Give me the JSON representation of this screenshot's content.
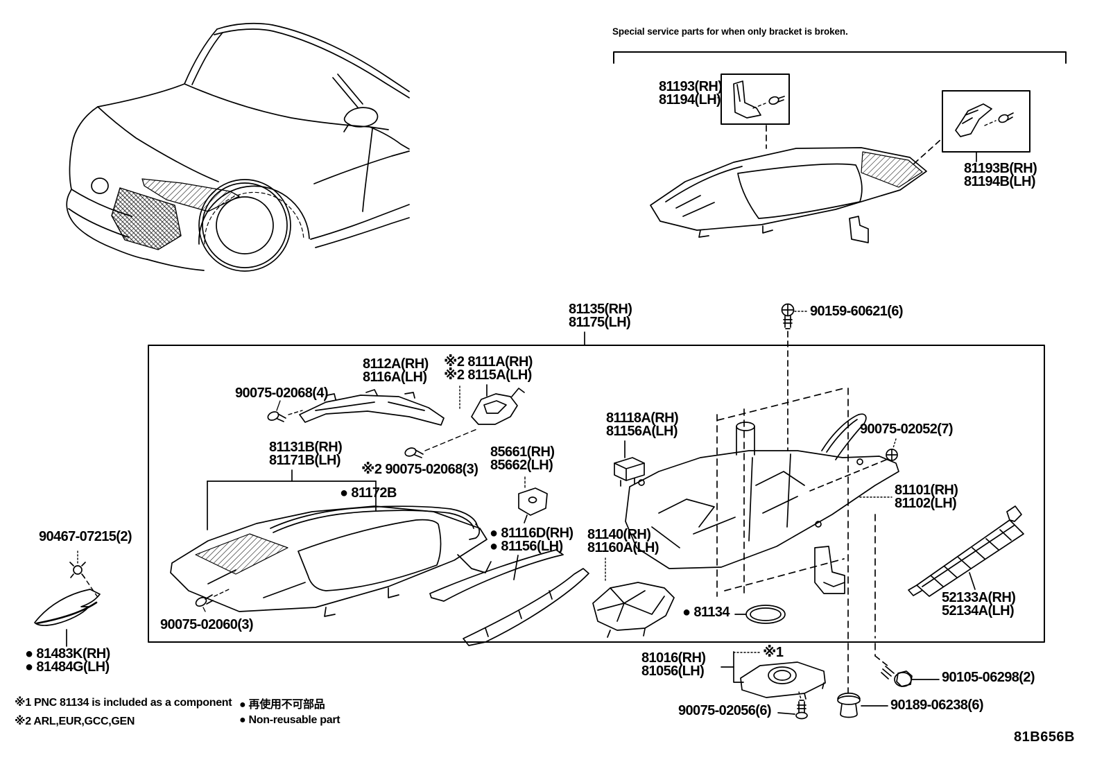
{
  "page": {
    "code": "81B656B",
    "paper_color": "#ffffff",
    "ink_color": "#000000"
  },
  "special_service": {
    "title": "Special service parts for when only bracket is broken.",
    "labels": {
      "bracket": {
        "line1": "81193(RH)",
        "line2": "81194(LH)"
      },
      "bracket_b": {
        "line1": "81193B(RH)",
        "line2": "81194B(LH)"
      }
    }
  },
  "labels": {
    "headlamp_assy": {
      "line1": "81135(RH)",
      "line2": "81175(LH)"
    },
    "screw_90159": "90159-60621(6)",
    "screw_90075_02068_4": "90075-02068(4)",
    "retainer": {
      "line1": "8112A(RH)",
      "line2": "8116A(LH)"
    },
    "bracket_8111a": {
      "line1": "※2 8111A(RH)",
      "line2": "※2 8115A(LH)"
    },
    "unit_81131b": {
      "line1": "81131B(RH)",
      "line2": "81171B(LH)"
    },
    "screw_90075_02068_3": "※2 90075-02068(3)",
    "cord_81172b": "● 81172B",
    "protector_85661": {
      "line1": "85661(RH)",
      "line2": "85662(LH)"
    },
    "bracket_81118a": {
      "line1": "81118A(RH)",
      "line2": "81156A(LH)"
    },
    "screw_90075_02052": "90075-02052(7)",
    "body_81101": {
      "line1": "81101(RH)",
      "line2": "81102(LH)"
    },
    "cover_81116d": {
      "line1": "● 81116D(RH)",
      "line2": "● 81156(LH)"
    },
    "unit_81140": {
      "line1": "81140(RH)",
      "line2": "81160A(LH)"
    },
    "clip_90467": "90467-07215(2)",
    "screw_90075_02060": "90075-02060(3)",
    "seal_81483k": {
      "line1": "● 81483K(RH)",
      "line2": "● 81484G(LH)"
    },
    "gasket_81134": "● 81134",
    "bracket_52133a": {
      "line1": "52133A(RH)",
      "line2": "52134A(LH)"
    },
    "computer_81016": {
      "line1": "81016(RH)",
      "line2": "81056(LH)"
    },
    "note_ref1": "※1",
    "screw_90075_02056": "90075-02056(6)",
    "bolt_90105": "90105-06298(2)",
    "grommet_90189": "90189-06238(6)"
  },
  "legend": {
    "note1": "※1 PNC 81134 is included as a component",
    "note2": "※2 ARL,EUR,GCC,GEN",
    "nonreusable_jp": "● 再使用不可部品",
    "nonreusable_en": "● Non-reusable part"
  }
}
